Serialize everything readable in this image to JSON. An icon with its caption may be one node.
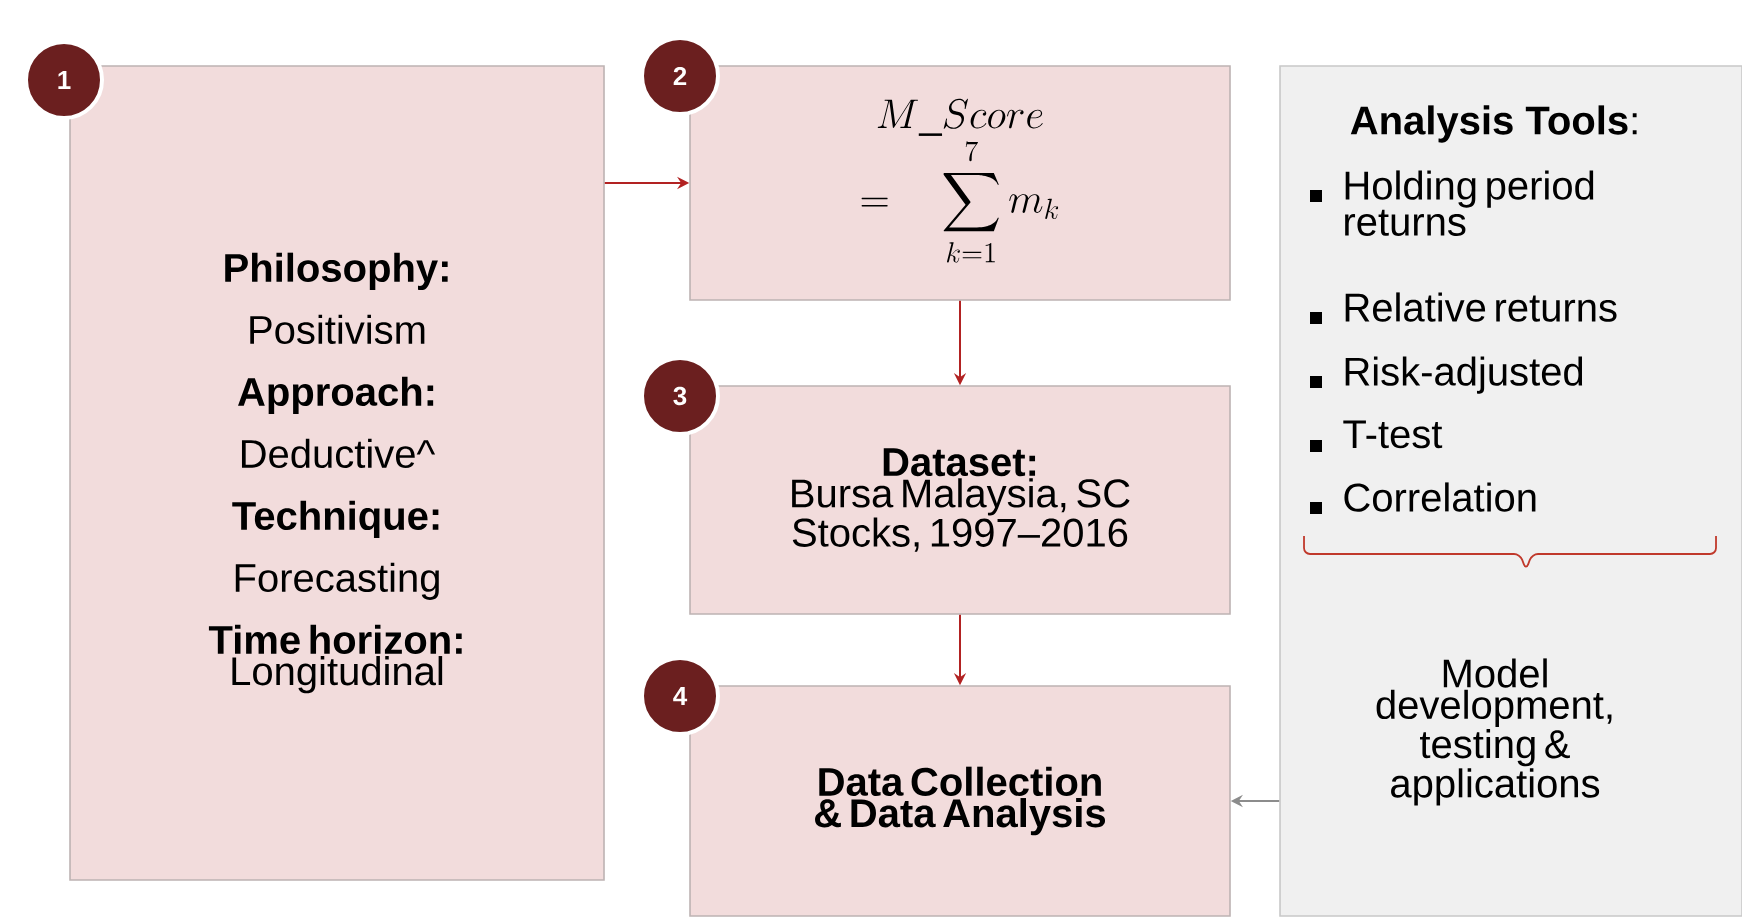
{
  "diagram": {
    "nodes": [
      {
        "text": [
          "1"
        ]
      },
      {
        "text": [
          "Philosophy:",
          "Positivism",
          "Approach:",
          "Deductive^",
          "Technique:",
          "Forecasting",
          "Time horizon:",
          "Longitudinal"
        ]
      },
      {
        "text": [
          "2"
        ]
      },
      {
        "text": [
          "M\\_Score",
          "=\\sum_{k=1}^{7} m_k"
        ]
      },
      {
        "text": [
          "3"
        ]
      },
      {
        "text": [
          "Dataset:",
          "Bursa Malaysia, SC Stocks, 1997–2016"
        ]
      },
      {
        "text": [
          "4"
        ]
      },
      {
        "text": [
          "Data Collection & Data Analysis"
        ]
      },
      {
        "text": [
          "**Analysis Tools**:",
          "Holding period returns",
          "Relative returns",
          "Risk-adjusted",
          "T-test",
          "Correlation",
          "Model development, testing & applications"
        ]
      }
    ],
    "edges": [
      {
        "from": 1,
        "to": 3,
        "arrow": "to"
      },
      {
        "from": 3,
        "to": 5,
        "arrow": "to"
      },
      {
        "from": 5,
        "to": 7,
        "arrow": "to"
      },
      {
        "from": 8,
        "to": 7,
        "arrow": "to",
        "color": "#8c8c8c"
      }
    ]
  }
}
